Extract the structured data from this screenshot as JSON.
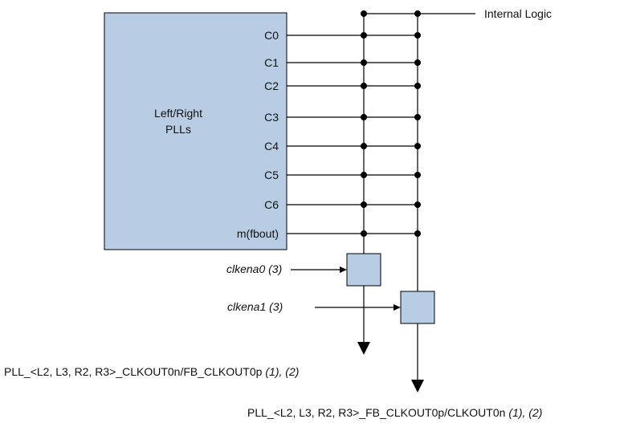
{
  "pll_block": {
    "title_line1": "Left/Right",
    "title_line2": "PLLs"
  },
  "pll_outputs": [
    "C0",
    "C1",
    "C2",
    "C3",
    "C4",
    "C5",
    "C6",
    "m(fbout)"
  ],
  "internal_logic_label": "Internal Logic",
  "clock_enables": [
    {
      "label": "clkena0 (3)"
    },
    {
      "label": "clkena1 (3)"
    }
  ],
  "outputs": [
    {
      "label": "PLL_<L2, L3, R2, R3>_CLKOUT0n/FB_CLKOUT0p",
      "notes": "(1), (2)"
    },
    {
      "label": "PLL_<L2, L3, R2, R3>_FB_CLKOUT0p/CLKOUT0n",
      "notes": "(1), (2)"
    }
  ],
  "colors": {
    "block_fill": "#b8cde3",
    "line": "#000000"
  }
}
